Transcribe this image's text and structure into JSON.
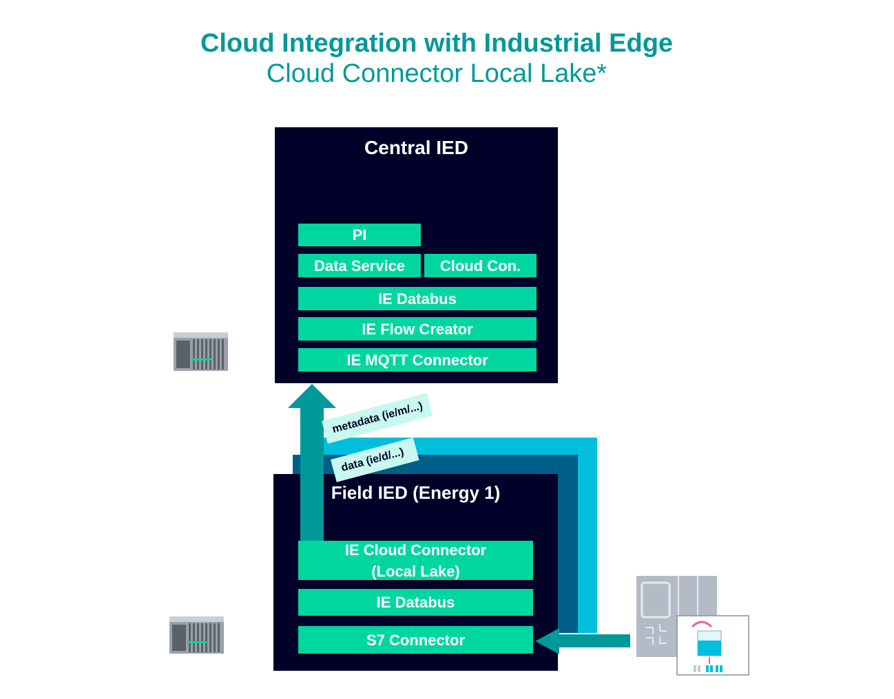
{
  "title": "Cloud Integration with Industrial Edge",
  "subtitle": "Cloud Connector Local Lake*",
  "central_ied": {
    "label": "Central IED",
    "modules": {
      "pi": "PI",
      "data_service": "Data Service",
      "cloud_con": "Cloud Con.",
      "databus": "IE Databus",
      "flow_creator": "IE Flow Creator",
      "mqtt_connector": "IE MQTT Connector"
    }
  },
  "field_ied": {
    "label": "Field IED (Energy 1)",
    "modules": {
      "cloud_connector": "IE Cloud Connector\n(Local Lake)",
      "databus": "IE Databus",
      "s7_connector": "S7 Connector"
    }
  },
  "topics": {
    "metadata": "metadata (ie/m/...)",
    "data": "data (ie/d/...)"
  },
  "colors": {
    "title": "#009999",
    "box": "#000028",
    "module": "#00d7a0",
    "arrow": "#009999",
    "light_path": "#00bedc",
    "dark_path": "#005f87",
    "pill": "#c8f8ee"
  },
  "icons": [
    "edge-device-icon",
    "edge-device-icon",
    "plc-icon",
    "hmi-screen-icon"
  ]
}
